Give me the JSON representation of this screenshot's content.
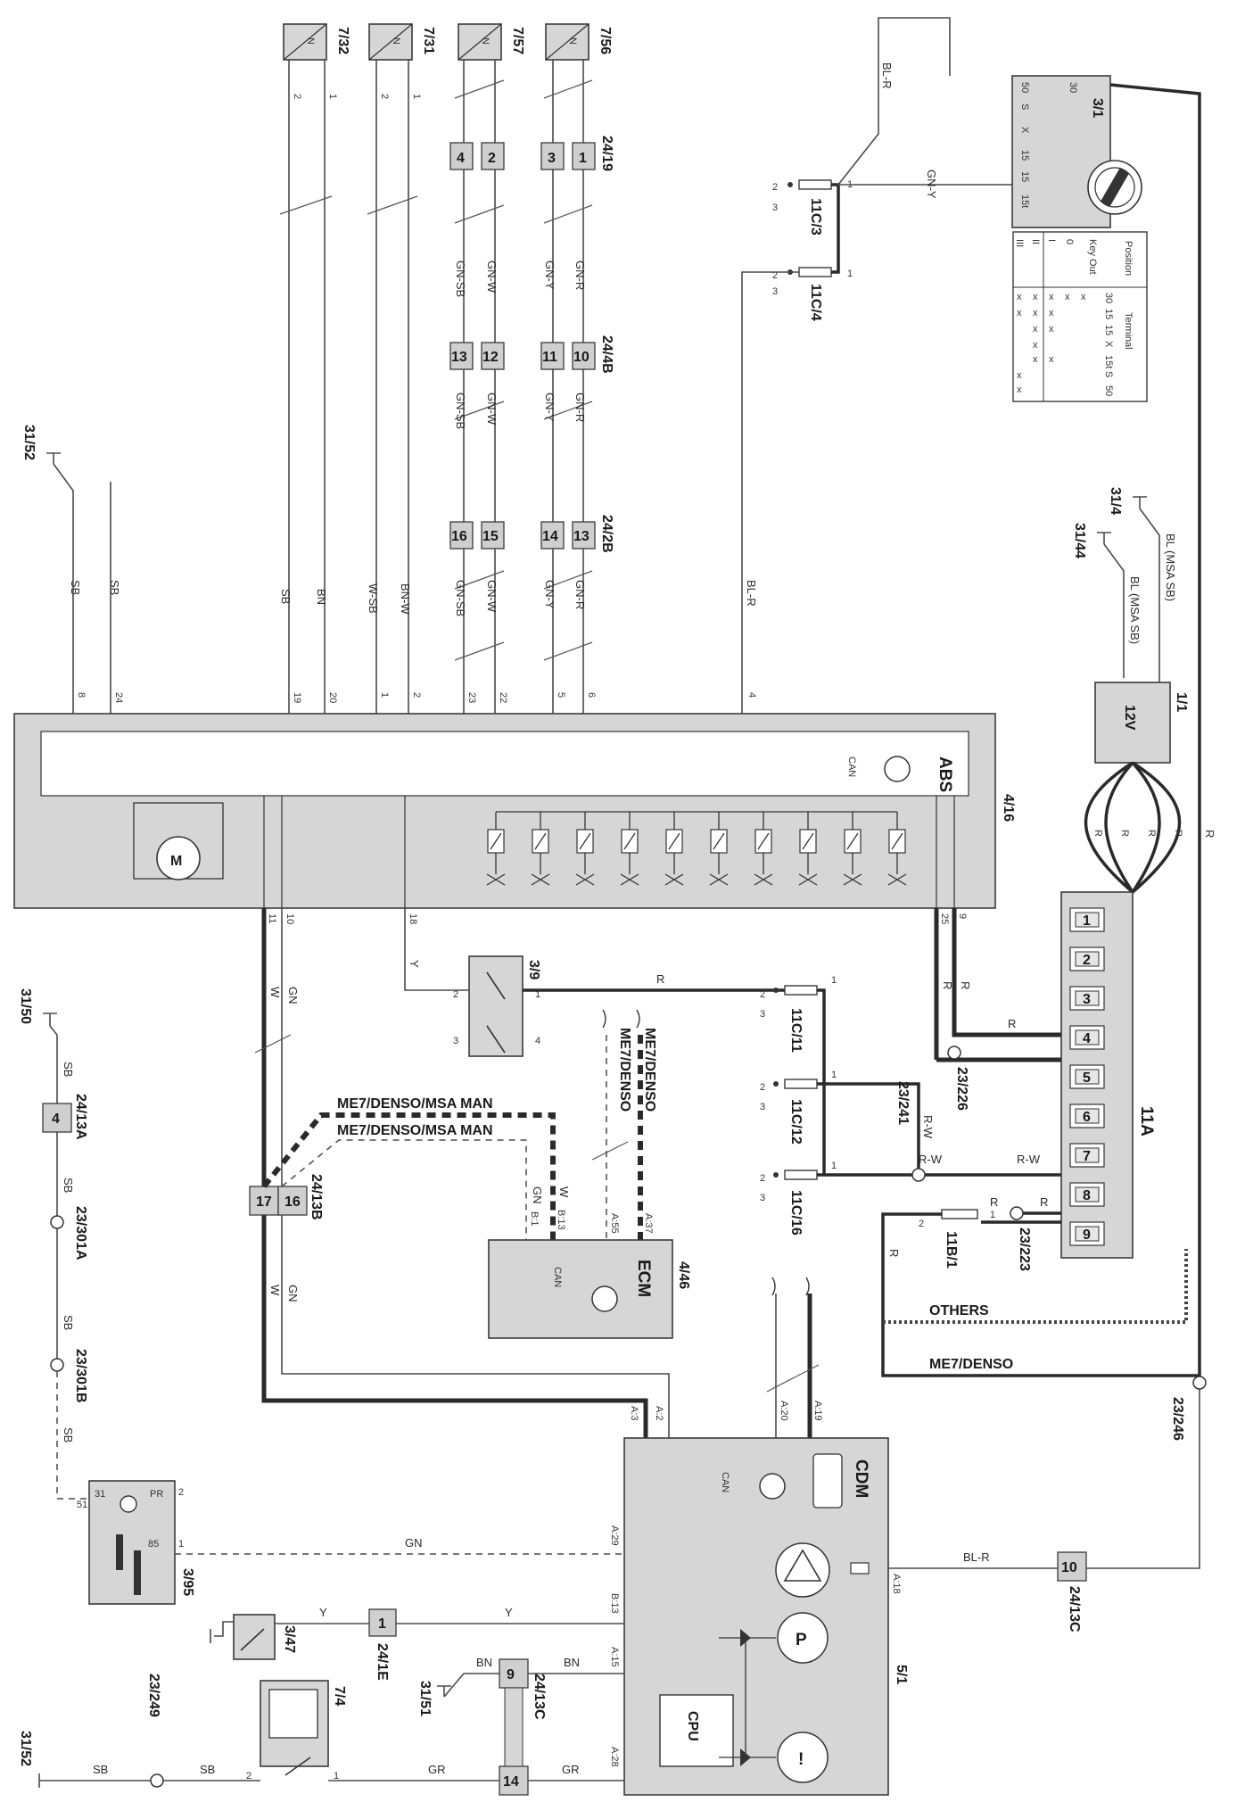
{
  "components": {
    "c_7_32": "7/32",
    "c_7_31": "7/31",
    "c_7_57": "7/57",
    "c_7_56": "7/56",
    "c_24_19": "24/19",
    "c_24_4b": "24/4B",
    "c_24_2b": "24/2B",
    "c_11c_3": "11C/3",
    "c_11c_4": "11C/4",
    "c_3_1": "3/1",
    "c_31_52_top": "31/52",
    "c_31_4": "31/4",
    "c_31_44": "31/44",
    "c_1_1": "1/1",
    "c_4_16": "4/16",
    "c_abs": "ABS",
    "c_31_50": "31/50",
    "c_24_13a": "24/13A",
    "c_23_301a": "23/301A",
    "c_23_301b": "23/301B",
    "c_3_9": "3/9",
    "c_11c_11": "11C/11",
    "c_11c_12": "11C/12",
    "c_11c_16": "11C/16",
    "c_23_226": "23/226",
    "c_23_241": "23/241",
    "c_11a": "11A",
    "c_11b_1": "11B/1",
    "c_23_223": "23/223",
    "c_24_13b": "24/13B",
    "c_4_46": "4/46",
    "c_ecm": "ECM",
    "c_cdm": "CDM",
    "c_5_1": "5/1",
    "c_23_246": "23/246",
    "c_24_13c_top": "24/13C",
    "c_24_13c_bot": "24/13C",
    "c_3_95": "3/95",
    "c_3_47": "3/47",
    "c_24_1e": "24/1E",
    "c_7_4": "7/4",
    "c_31_51": "31/51",
    "c_23_249": "23/249",
    "c_31_52_bot": "31/52",
    "c_cpu": "CPU",
    "c_12v": "12V"
  },
  "harness": {
    "others": "OTHERS",
    "me7_denso": "ME7/DENSO",
    "me7_msa_man_1": "ME7/DENSO/MSA MAN",
    "me7_msa_man_2": "ME7/DENSO/MSA MAN",
    "me7_denso_a": "ME7/DENSO",
    "me7_denso_b": "ME7/DENSO"
  },
  "wires": {
    "sb": "SB",
    "bn": "BN",
    "w_sb": "W-SB",
    "bn_w": "BN-W",
    "gn_sb": "GN-SB",
    "gn_w": "GN-W",
    "gn_y": "GN-Y",
    "gn_r": "GN-R",
    "bl_r": "BL-R",
    "bl_msa": "BL (MSA SB)",
    "r": "R",
    "r_w": "R-W",
    "w": "W",
    "gn": "GN",
    "y": "Y",
    "gr": "GR"
  },
  "pins": {
    "p8": "8",
    "p24": "24",
    "p19": "19",
    "p20": "20",
    "p1": "1",
    "p2": "2",
    "p23": "23",
    "p22": "22",
    "p5": "5",
    "p6": "6",
    "p4": "4",
    "p11": "11",
    "p10": "10",
    "p18": "18",
    "p25": "25",
    "p9": "9",
    "p3": "3",
    "p13": "13",
    "p12": "12",
    "p16": "16",
    "p15": "15",
    "p14": "14",
    "p17": "17",
    "p7": "7",
    "a3": "A:3",
    "a2": "A:2",
    "a20": "A:20",
    "a19": "A:19",
    "a29": "A:29",
    "a18": "A:18",
    "b13": "B:13",
    "a15": "A:15",
    "a28": "A:28",
    "b1": "B:1",
    "b13e": "B:13",
    "a55": "A:55",
    "a37": "A:37",
    "p30": "30",
    "p50": "50",
    "pS": "S",
    "pX": "X",
    "p15t": "15t",
    "p31": "31",
    "pPR": "PR",
    "p85": "85",
    "p51": "51",
    "pN": "N",
    "can": "CAN"
  },
  "switch_table": {
    "position": "Position",
    "terminal": "Terminal",
    "key_out": "Key Out",
    "pos0": "0",
    "pos1": "I",
    "pos2": "II",
    "pos3": "III",
    "t30": "30",
    "t15a": "15",
    "t15b": "15",
    "tX": "X",
    "t15t": "15t",
    "tS": "S",
    "t50": "50",
    "mark": "x"
  },
  "colors": {
    "module_fill": "#d6d6d6",
    "wire": "#2a2a2a",
    "bg": "#ffffff"
  },
  "icons": [
    "motor-icon",
    "relay-icon",
    "can-icon",
    "ground-icon",
    "lamp-icon",
    "switch-icon",
    "cpu-icon",
    "parking-brake-icon",
    "warning-icon"
  ]
}
